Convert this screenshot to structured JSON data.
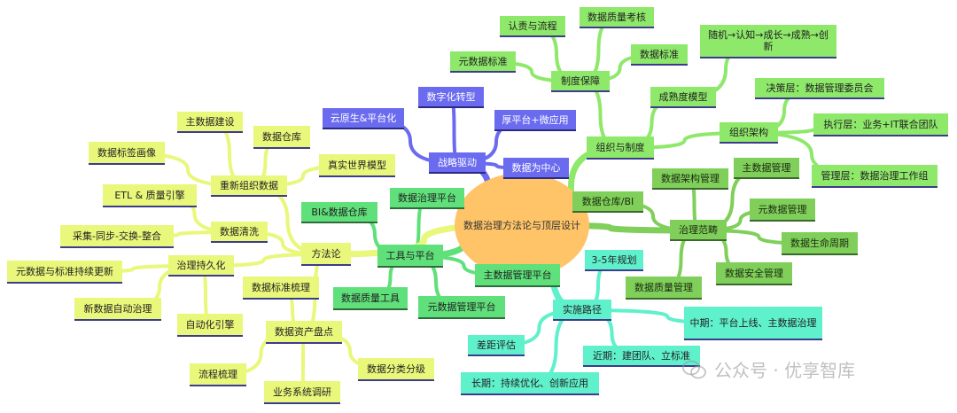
{
  "root": "数据治理方法论与顶层设计",
  "colors": {
    "purple": "#6b6bf0",
    "olive": "#7fcf5a",
    "lime": "#8ee86a",
    "yellow": "#e9f77a",
    "green": "#5fe07a",
    "cyan": "#5ff0cc",
    "root": "#ffc468"
  },
  "nodes": [
    {
      "id": "zlqd",
      "text": "战略驱动",
      "color": "purple"
    },
    {
      "id": "szhzx",
      "text": "数字化转型",
      "color": "purple"
    },
    {
      "id": "yys",
      "text": "云原生&平台化",
      "color": "purple"
    },
    {
      "id": "hpt",
      "text": "厚平台+微应用",
      "color": "purple"
    },
    {
      "id": "sjwzx",
      "text": "数据为中心",
      "color": "purple"
    },
    {
      "id": "zzyzd",
      "text": "组织与制度",
      "color": "lime"
    },
    {
      "id": "zdbz",
      "text": "制度保障",
      "color": "lime"
    },
    {
      "id": "rzylc",
      "text": "认责与流程",
      "color": "lime"
    },
    {
      "id": "sjzlkh",
      "text": "数据质量考核",
      "color": "lime"
    },
    {
      "id": "ysjbz",
      "text": "元数据标准",
      "color": "lime"
    },
    {
      "id": "sjbz",
      "text": "数据标准",
      "color": "lime"
    },
    {
      "id": "csdmx",
      "text": "成熟度模型",
      "color": "lime"
    },
    {
      "id": "sjrz",
      "text": "随机→认知→成长→成熟→创新",
      "color": "lime"
    },
    {
      "id": "zzjg",
      "text": "组织架构",
      "color": "lime"
    },
    {
      "id": "jcc",
      "text": "决策层：数据管理委员会",
      "color": "lime"
    },
    {
      "id": "zxc",
      "text": "执行层：业务+IT联合团队",
      "color": "lime"
    },
    {
      "id": "glc",
      "text": "管理层：数据治理工作组",
      "color": "lime"
    },
    {
      "id": "zlfc",
      "text": "治理范畴",
      "color": "olive"
    },
    {
      "id": "sjckbi",
      "text": "数据仓库/BI",
      "color": "olive"
    },
    {
      "id": "sjjggl",
      "text": "数据架构管理",
      "color": "olive"
    },
    {
      "id": "zsjgl",
      "text": "主数据管理",
      "color": "olive"
    },
    {
      "id": "ysjgl",
      "text": "元数据管理",
      "color": "olive"
    },
    {
      "id": "sjsmzq",
      "text": "数据生命周期",
      "color": "olive"
    },
    {
      "id": "sjaqgl",
      "text": "数据安全管理",
      "color": "olive"
    },
    {
      "id": "sjzlgl",
      "text": "数据质量管理",
      "color": "olive"
    },
    {
      "id": "ssly",
      "text": "实施路径",
      "color": "cyan"
    },
    {
      "id": "gh",
      "text": "3-5年规划",
      "color": "cyan"
    },
    {
      "id": "zq",
      "text": "中期：平台上线、主数据治理",
      "color": "cyan"
    },
    {
      "id": "jq",
      "text": "近期：建团队、立标准",
      "color": "cyan"
    },
    {
      "id": "cjpg",
      "text": "差距评估",
      "color": "cyan"
    },
    {
      "id": "cq",
      "text": "长期：持续优化、创新应用",
      "color": "cyan"
    },
    {
      "id": "gjypt",
      "text": "工具与平台",
      "color": "green"
    },
    {
      "id": "sjzlpt",
      "text": "数据治理平台",
      "color": "green"
    },
    {
      "id": "bisjck",
      "text": "BI&数据仓库",
      "color": "green"
    },
    {
      "id": "zsjglpt",
      "text": "主数据管理平台",
      "color": "green"
    },
    {
      "id": "sjzlgj",
      "text": "数据质量工具",
      "color": "green"
    },
    {
      "id": "ysjglpt",
      "text": "元数据管理平台",
      "color": "green"
    },
    {
      "id": "ffl",
      "text": "方法论",
      "color": "yellow"
    },
    {
      "id": "cxzzsj",
      "text": "重新组织数据",
      "color": "yellow"
    },
    {
      "id": "zsjjs",
      "text": "主数据建设",
      "color": "yellow"
    },
    {
      "id": "sjck",
      "text": "数据仓库",
      "color": "yellow"
    },
    {
      "id": "sjbqhx",
      "text": "数据标签画像",
      "color": "yellow"
    },
    {
      "id": "zssjmx",
      "text": "真实世界模型",
      "color": "yellow"
    },
    {
      "id": "sjqx",
      "text": "数据清洗",
      "color": "yellow"
    },
    {
      "id": "etl",
      "text": "ETL & 质量引擎",
      "color": "yellow"
    },
    {
      "id": "cj",
      "text": "采集-同步-交换-整合",
      "color": "yellow"
    },
    {
      "id": "zlcjh",
      "text": "治理持久化",
      "color": "yellow"
    },
    {
      "id": "ysjybz",
      "text": "元数据与标准持续更新",
      "color": "yellow"
    },
    {
      "id": "xsjzd",
      "text": "新数据自动治理",
      "color": "yellow"
    },
    {
      "id": "zdhyq",
      "text": "自动化引擎",
      "color": "yellow"
    },
    {
      "id": "sjzcpd",
      "text": "数据资产盘点",
      "color": "yellow"
    },
    {
      "id": "sjbzsl",
      "text": "数据标准梳理",
      "color": "yellow"
    },
    {
      "id": "lcsl",
      "text": "流程梳理",
      "color": "yellow"
    },
    {
      "id": "ywxtdy",
      "text": "业务系统调研",
      "color": "yellow"
    },
    {
      "id": "sjflfj",
      "text": "数据分类分级",
      "color": "yellow"
    }
  ],
  "watermark": "公众号 · 优享智库"
}
